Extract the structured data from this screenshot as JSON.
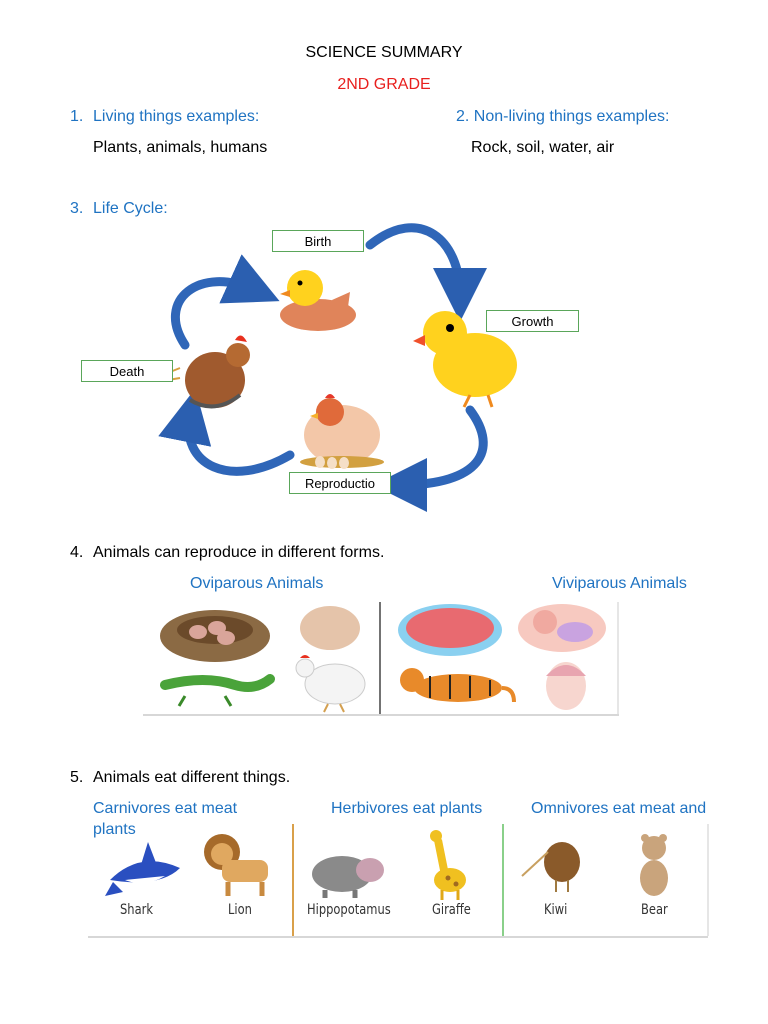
{
  "header": {
    "title": "SCIENCE SUMMARY",
    "subtitle": "2ND GRADE",
    "colors": {
      "heading_blue": "#1f73c2",
      "subtitle_red": "#e8201e",
      "label_border": "#5aa65a"
    }
  },
  "section1": {
    "number": "1.",
    "heading": "Living things examples:",
    "text": "Plants, animals, humans"
  },
  "section2": {
    "heading": "2. Non-living things examples:",
    "text": "Rock, soil, water, air"
  },
  "section3": {
    "number": "3.",
    "heading": "Life Cycle:",
    "labels": {
      "birth": "Birth",
      "growth": "Growth",
      "death": "Death",
      "reproduction": "Reproductio"
    }
  },
  "section4": {
    "number": "4.",
    "heading": "Animals can reproduce in different forms.",
    "oviparous": "Oviparous Animals",
    "viviparous": "Viviparous Animals"
  },
  "section5": {
    "number": "5.",
    "heading": "Animals eat different things.",
    "carnivores": "Carnivores eat meat",
    "herbivores": "Herbivores eat plants",
    "omnivores": "Omnivores eat meat and",
    "omnivores_cont": "plants",
    "animals": [
      "Shark",
      "Lion",
      "Hippopotamus",
      "Giraffe",
      "Kiwi",
      "Bear"
    ]
  }
}
